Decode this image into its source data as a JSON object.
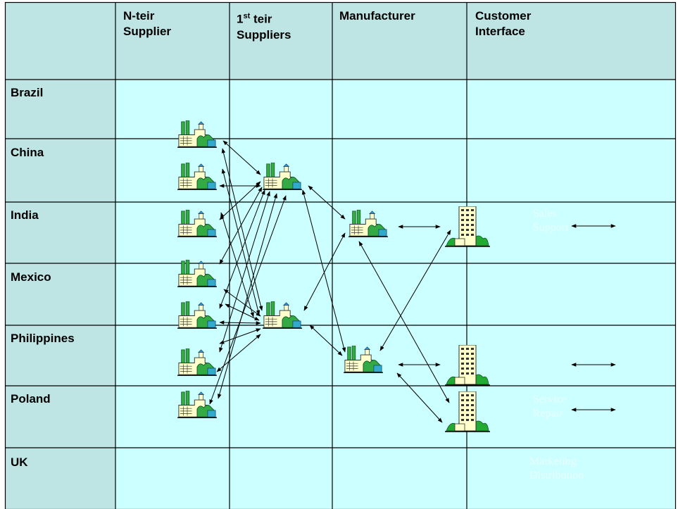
{
  "columns": [
    {
      "line1": "",
      "line2": ""
    },
    {
      "line1": "N-teir",
      "line2": "Supplier"
    },
    {
      "line1": "1",
      "sup": "st",
      "rest": " teir",
      "line2": "Suppliers"
    },
    {
      "line1": "Manufacturer",
      "line2": ""
    },
    {
      "line1": "Customer",
      "line2": "Interface"
    }
  ],
  "rows": [
    "Brazil",
    "China",
    "India",
    "Mexico",
    "Philippines",
    "Poland",
    "UK"
  ],
  "faint_labels": {
    "sales_1": "Sales",
    "sales_2": "Support",
    "service_1": "Service",
    "service_2": "Repair",
    "marketing_1": "Marketing",
    "marketing_2": "Distribution"
  },
  "icons": {
    "factory": "factory-icon",
    "office": "office-building-icon"
  },
  "colors": {
    "header_bg": "#bfe4e4",
    "cell_bg": "#ccffff",
    "factory_green": "#33aa44",
    "building_green": "#22aa33"
  }
}
